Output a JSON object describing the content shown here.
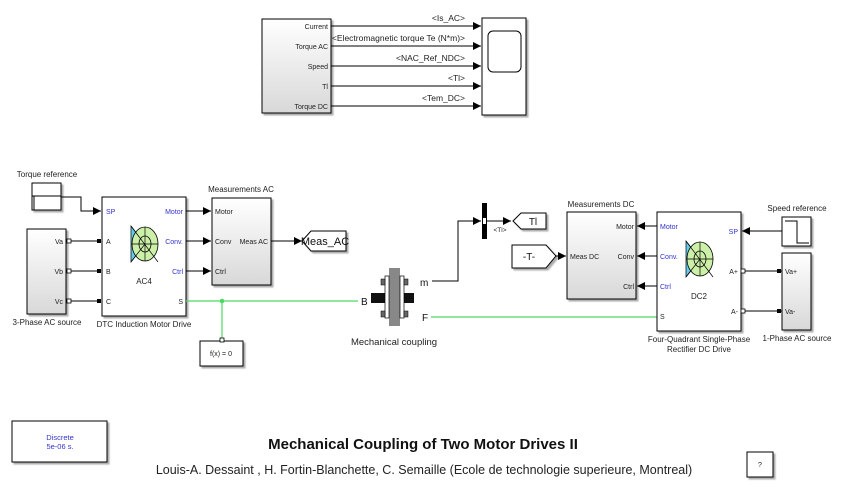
{
  "model": {
    "title": "Mechanical Coupling of Two Motor Drives II",
    "authors": "Louis-A. Dessaint , H. Fortin-Blanchette, C. Semaille (Ecole de technologie superieure, Montreal)"
  },
  "colors": {
    "physical_line": "#4cd964",
    "port_blue": "#3333cc",
    "icon_blue": "#66ccee",
    "icon_green": "#ccf0a8"
  },
  "scope_group": {
    "bus_selector_ports": [
      "Current",
      "Torque AC",
      "Speed",
      "Tl",
      "Torque DC"
    ],
    "signals": [
      "<Is_AC>",
      "<Electromagnetic torque Te (N*m)>",
      "<NAC_Ref_NDC>",
      "<Tl>",
      "<Tem_DC>"
    ]
  },
  "blocks": {
    "torque_reference": {
      "label": "Torque reference"
    },
    "ac_source": {
      "label": "3-Phase AC source",
      "ports": [
        "Va",
        "Vb",
        "Vc"
      ]
    },
    "ac_drive": {
      "label": "DTC Induction Motor Drive",
      "name": "AC4",
      "in_ports": [
        "SP",
        "A",
        "B",
        "C"
      ],
      "out_ports": [
        "Motor",
        "Conv.",
        "Ctrl",
        "S"
      ]
    },
    "meas_ac": {
      "label": "Measurements AC",
      "in_ports": [
        "Motor",
        "Conv",
        "Ctrl"
      ],
      "out_port": "Meas AC"
    },
    "goto_meas_ac": {
      "text": "Meas_AC"
    },
    "solver": {
      "text": "f(x) = 0"
    },
    "coupling": {
      "label": "Mechanical coupling",
      "ports": [
        "B",
        "m",
        "F"
      ]
    },
    "demux_signal": {
      "text": "<Tl>"
    },
    "goto_tl": {
      "text": "Tl"
    },
    "from_t": {
      "text": "-T-"
    },
    "meas_dc": {
      "label": "Measurements DC",
      "in_port": "Meas DC",
      "out_ports": [
        "Motor",
        "Conv",
        "Ctrl"
      ]
    },
    "dc_drive": {
      "label_line1": "Four-Quadrant Single-Phase",
      "label_line2": "Rectifier DC Drive",
      "name": "DC2",
      "left_ports": [
        "Motor",
        "Conv.",
        "Ctrl",
        "S"
      ],
      "right_ports": [
        "SP",
        "A+",
        "A-"
      ]
    },
    "speed_reference": {
      "label": "Speed reference"
    },
    "dc_source": {
      "label": "1-Phase AC source",
      "ports": [
        "Va+",
        "Va-"
      ]
    },
    "powergui": {
      "line1": "Discrete",
      "line2": "5e-06 s."
    },
    "help": {
      "text": "?"
    }
  }
}
